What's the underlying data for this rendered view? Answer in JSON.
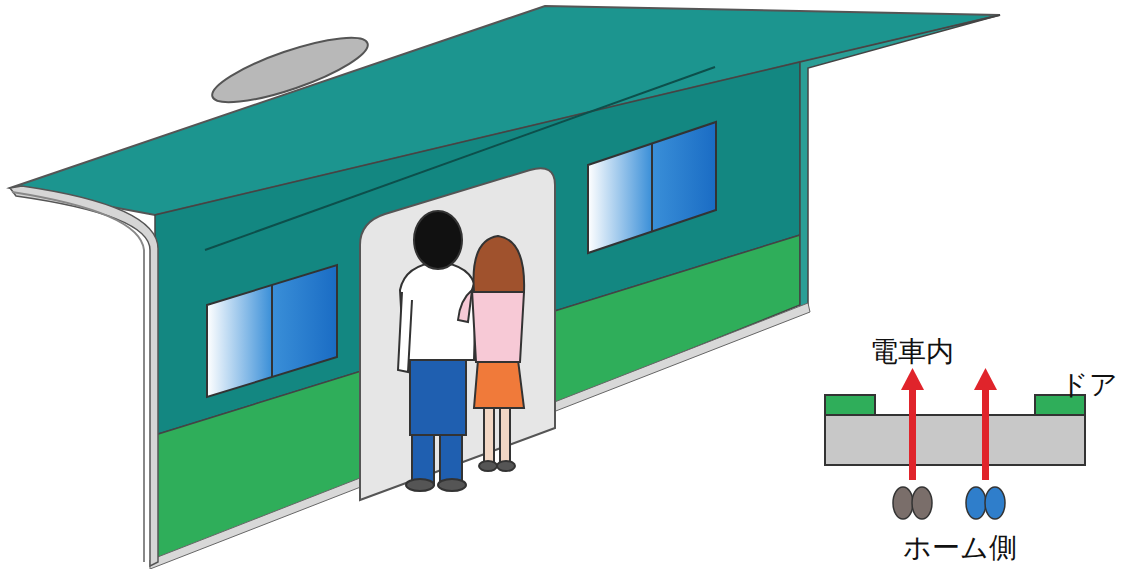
{
  "diagram": {
    "labels": [
      "電車内",
      "ドア",
      "ホーム側"
    ]
  }
}
